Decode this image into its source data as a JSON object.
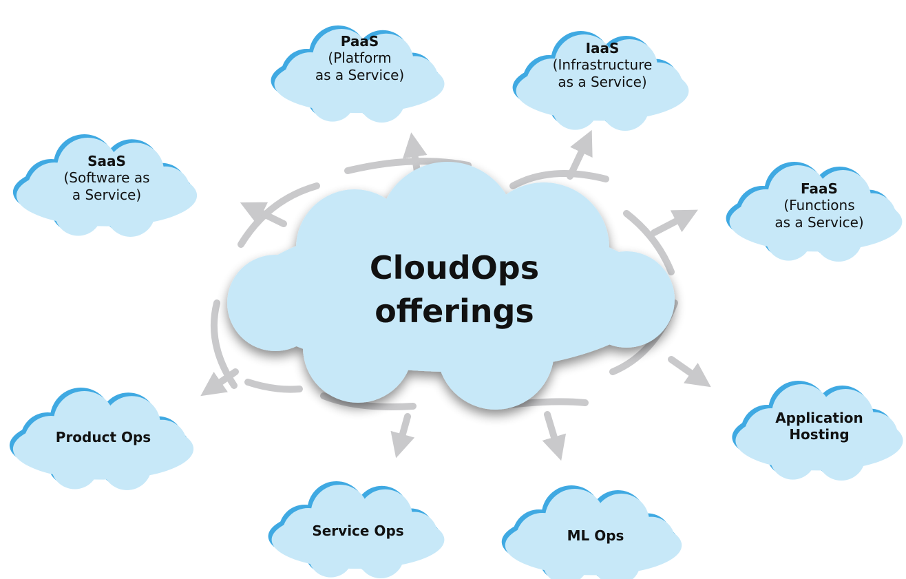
{
  "center": {
    "line1": "CloudOps",
    "line2": "offerings"
  },
  "offerings": [
    {
      "id": "paas",
      "title": "PaaS",
      "lines": [
        "(Platform",
        "as a Service)"
      ]
    },
    {
      "id": "iaas",
      "title": "IaaS",
      "lines": [
        "(Infrastructure",
        "as a Service)"
      ]
    },
    {
      "id": "saas",
      "title": "SaaS",
      "lines": [
        "(Software as",
        "a Service)"
      ]
    },
    {
      "id": "faas",
      "title": "FaaS",
      "lines": [
        "(Functions",
        "as a Service)"
      ]
    },
    {
      "id": "product-ops",
      "title": "Product Ops",
      "lines": []
    },
    {
      "id": "app-hosting",
      "title": "Application",
      "lines": [
        "Hosting"
      ]
    },
    {
      "id": "service-ops",
      "title": "Service Ops",
      "lines": []
    },
    {
      "id": "ml-ops",
      "title": "ML Ops",
      "lines": []
    }
  ],
  "colors": {
    "cloud_fill": "#c7e8f8",
    "cloud_rim": "#3fa9e2",
    "arrow": "#c9c9cb",
    "text": "#111111"
  }
}
